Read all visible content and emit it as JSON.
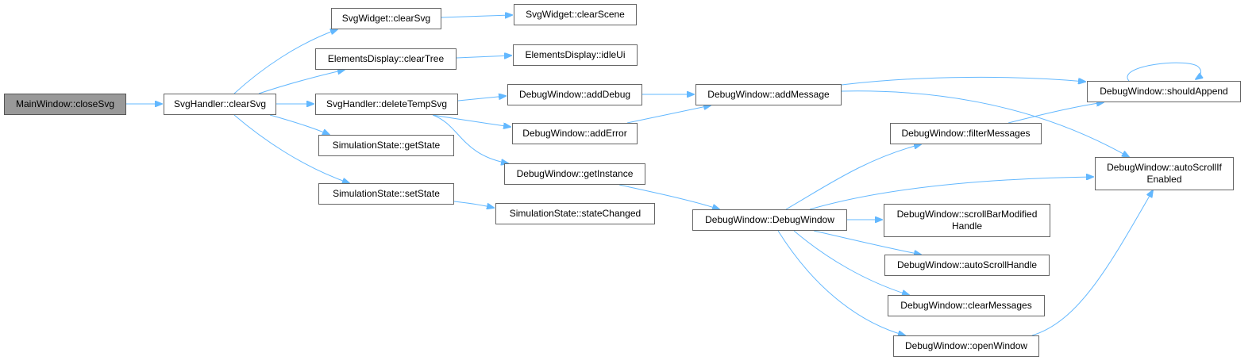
{
  "nodes": {
    "mainwindow_closesvg": {
      "lines": [
        "MainWindow::closeSvg"
      ],
      "root": true
    },
    "svghandler_clearsvg": {
      "lines": [
        "SvgHandler::clearSvg"
      ]
    },
    "svgwidget_clearsvg": {
      "lines": [
        "SvgWidget::clearSvg"
      ]
    },
    "svgwidget_clearscene": {
      "lines": [
        "SvgWidget::clearScene"
      ]
    },
    "elementsdisplay_cleartree": {
      "lines": [
        "ElementsDisplay::clearTree"
      ]
    },
    "elementsdisplay_idleui": {
      "lines": [
        "ElementsDisplay::idleUi"
      ]
    },
    "svghandler_deletetempsvg": {
      "lines": [
        "SvgHandler::deleteTempSvg"
      ]
    },
    "simulationstate_getstate": {
      "lines": [
        "SimulationState::getState"
      ]
    },
    "simulationstate_setstate": {
      "lines": [
        "SimulationState::setState"
      ]
    },
    "simulationstate_statechanged": {
      "lines": [
        "SimulationState::stateChanged"
      ]
    },
    "debugwindow_adddebug": {
      "lines": [
        "DebugWindow::addDebug"
      ]
    },
    "debugwindow_adderror": {
      "lines": [
        "DebugWindow::addError"
      ]
    },
    "debugwindow_getinstance": {
      "lines": [
        "DebugWindow::getInstance"
      ]
    },
    "debugwindow_addmessage": {
      "lines": [
        "DebugWindow::addMessage"
      ]
    },
    "debugwindow_debugwindow": {
      "lines": [
        "DebugWindow::DebugWindow"
      ]
    },
    "debugwindow_shouldappend": {
      "lines": [
        "DebugWindow::shouldAppend"
      ]
    },
    "debugwindow_filtermessages": {
      "lines": [
        "DebugWindow::filterMessages"
      ]
    },
    "debugwindow_autoscrollifenabled": {
      "lines": [
        "DebugWindow::autoScrollIf",
        "Enabled"
      ]
    },
    "debugwindow_scrollbarmodifiedhandle": {
      "lines": [
        "DebugWindow::scrollBarModified",
        "Handle"
      ]
    },
    "debugwindow_autoscrollhandle": {
      "lines": [
        "DebugWindow::autoScrollHandle"
      ]
    },
    "debugwindow_clearmessages": {
      "lines": [
        "DebugWindow::clearMessages"
      ]
    },
    "debugwindow_openwindow": {
      "lines": [
        "DebugWindow::openWindow"
      ]
    }
  },
  "edges": [
    {
      "from": "mainwindow_closesvg",
      "to": "svghandler_clearsvg"
    },
    {
      "from": "svghandler_clearsvg",
      "to": "svgwidget_clearsvg"
    },
    {
      "from": "svghandler_clearsvg",
      "to": "elementsdisplay_cleartree"
    },
    {
      "from": "svghandler_clearsvg",
      "to": "svghandler_deletetempsvg"
    },
    {
      "from": "svghandler_clearsvg",
      "to": "simulationstate_getstate"
    },
    {
      "from": "svghandler_clearsvg",
      "to": "simulationstate_setstate"
    },
    {
      "from": "svgwidget_clearsvg",
      "to": "svgwidget_clearscene"
    },
    {
      "from": "elementsdisplay_cleartree",
      "to": "elementsdisplay_idleui"
    },
    {
      "from": "simulationstate_setstate",
      "to": "simulationstate_statechanged"
    },
    {
      "from": "svghandler_deletetempsvg",
      "to": "debugwindow_adddebug"
    },
    {
      "from": "svghandler_deletetempsvg",
      "to": "debugwindow_adderror"
    },
    {
      "from": "svghandler_deletetempsvg",
      "to": "debugwindow_getinstance"
    },
    {
      "from": "debugwindow_adddebug",
      "to": "debugwindow_addmessage"
    },
    {
      "from": "debugwindow_adderror",
      "to": "debugwindow_addmessage"
    },
    {
      "from": "debugwindow_addmessage",
      "to": "debugwindow_shouldappend"
    },
    {
      "from": "debugwindow_addmessage",
      "to": "debugwindow_autoscrollifenabled"
    },
    {
      "from": "debugwindow_getinstance",
      "to": "debugwindow_debugwindow"
    },
    {
      "from": "debugwindow_debugwindow",
      "to": "debugwindow_filtermessages"
    },
    {
      "from": "debugwindow_debugwindow",
      "to": "debugwindow_autoscrollifenabled"
    },
    {
      "from": "debugwindow_debugwindow",
      "to": "debugwindow_scrollbarmodifiedhandle"
    },
    {
      "from": "debugwindow_debugwindow",
      "to": "debugwindow_autoscrollhandle"
    },
    {
      "from": "debugwindow_debugwindow",
      "to": "debugwindow_clearmessages"
    },
    {
      "from": "debugwindow_debugwindow",
      "to": "debugwindow_openwindow"
    },
    {
      "from": "debugwindow_filtermessages",
      "to": "debugwindow_shouldappend"
    },
    {
      "from": "debugwindow_openwindow",
      "to": "debugwindow_autoscrollifenabled"
    },
    {
      "from": "debugwindow_shouldappend",
      "to": "debugwindow_shouldappend"
    }
  ],
  "colors": {
    "edge": "#63b8ff",
    "node_border": "#666666",
    "node_fill": "#ffffff",
    "root_fill": "#999999"
  }
}
